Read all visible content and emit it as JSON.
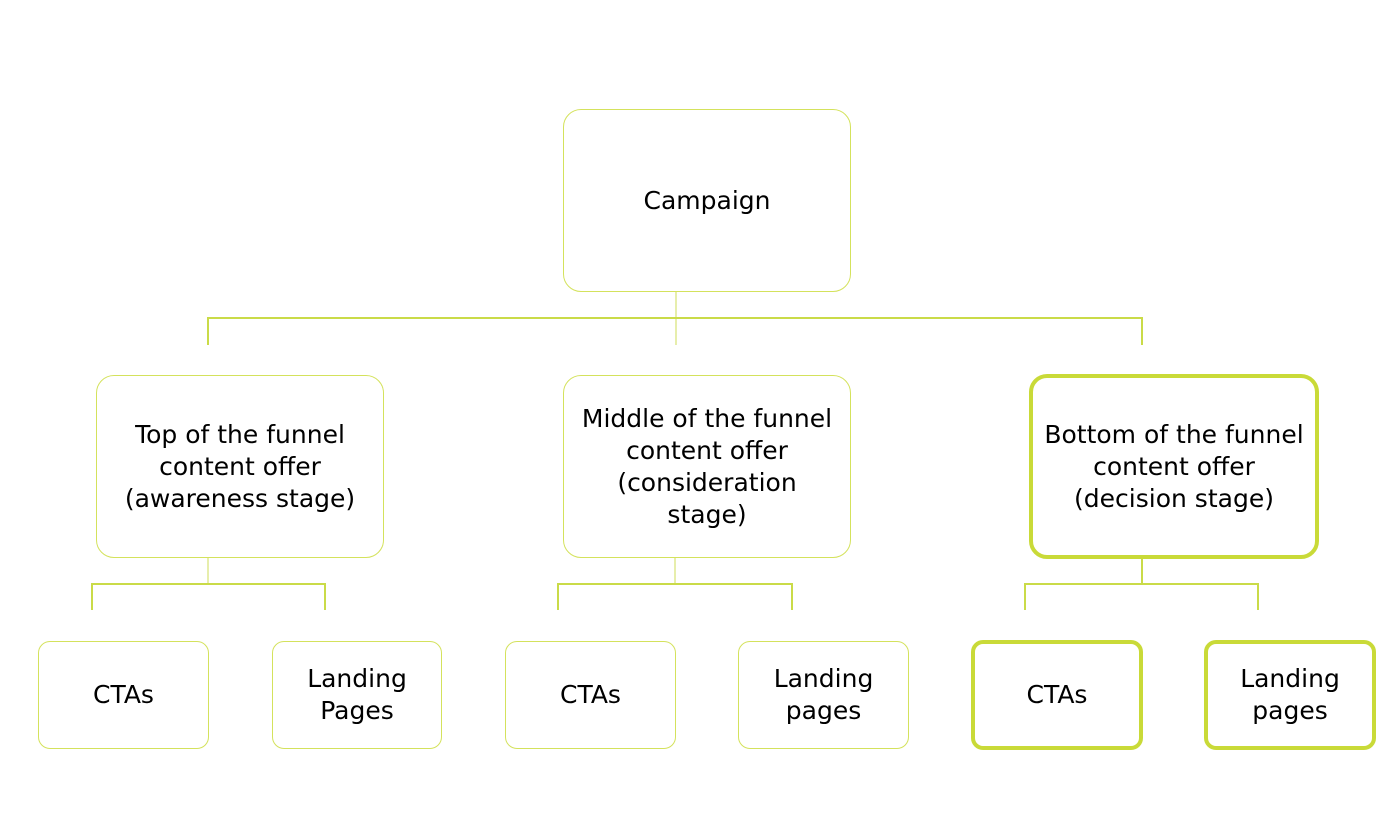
{
  "diagram": {
    "root": {
      "label": "Campaign"
    },
    "stages": [
      {
        "label": "Top of the funnel content offer (awareness stage)",
        "children": [
          {
            "label": "CTAs"
          },
          {
            "label": "Landing Pages"
          }
        ]
      },
      {
        "label": "Middle of the funnel content offer (consideration stage)",
        "children": [
          {
            "label": "CTAs"
          },
          {
            "label": "Landing pages"
          }
        ]
      },
      {
        "label": "Bottom of the funnel content offer (decision stage)",
        "children": [
          {
            "label": "CTAs"
          },
          {
            "label": "Landing pages"
          }
        ]
      }
    ],
    "colors": {
      "node_border": "#d4e25c",
      "highlight_border": "#c9da38",
      "connector": "#cadb48"
    }
  }
}
